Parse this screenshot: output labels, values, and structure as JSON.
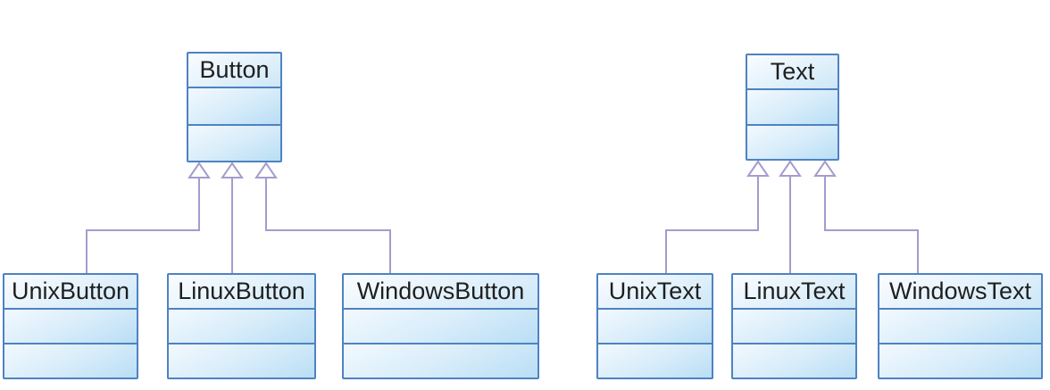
{
  "diagram": {
    "type": "uml-class-diagram",
    "background": "#ffffff",
    "colors": {
      "box_border": "#4f82c2",
      "connector": "#a49cce",
      "class_name_text": "#1f1f1f",
      "title_fill_start": "#fafdff",
      "title_fill_mid": "#e2f1fb",
      "title_fill_end": "#cde7f7",
      "section_fill_start": "#f2f9fe",
      "section_fill_mid": "#d9edfa",
      "section_fill_end": "#b9def5",
      "triangle_fill": "#ffffff"
    },
    "classes": [
      {
        "name": "Button"
      },
      {
        "name": "UnixButton"
      },
      {
        "name": "LinuxButton"
      },
      {
        "name": "WindowsButton"
      },
      {
        "name": "Text"
      },
      {
        "name": "UnixText"
      },
      {
        "name": "LinuxText"
      },
      {
        "name": "WindowsText"
      }
    ],
    "relations": [
      {
        "from": "UnixButton",
        "to": "Button",
        "type": "generalization"
      },
      {
        "from": "LinuxButton",
        "to": "Button",
        "type": "generalization"
      },
      {
        "from": "WindowsButton",
        "to": "Button",
        "type": "generalization"
      },
      {
        "from": "UnixText",
        "to": "Text",
        "type": "generalization"
      },
      {
        "from": "LinuxText",
        "to": "Text",
        "type": "generalization"
      },
      {
        "from": "WindowsText",
        "to": "Text",
        "type": "generalization"
      }
    ]
  }
}
